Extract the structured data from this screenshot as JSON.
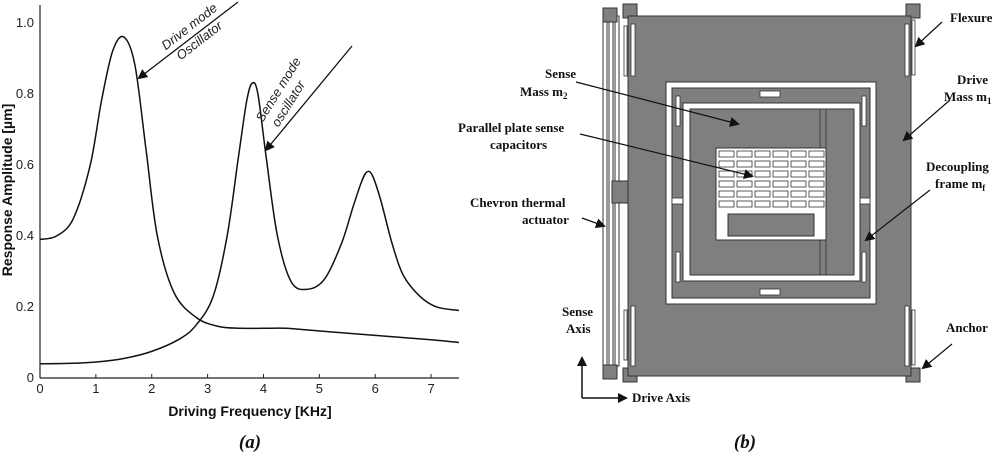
{
  "panel_a": {
    "caption": "(a)",
    "chart_data": {
      "type": "line",
      "xlabel": "Driving Frequency [KHz]",
      "ylabel": "Response Amplitude [µm]",
      "xlim": [
        0,
        7.5
      ],
      "ylim": [
        0,
        1.05
      ],
      "xticks": [
        "0",
        "1",
        "2",
        "3",
        "4",
        "5",
        "6",
        "7"
      ],
      "yticks": [
        "0",
        "0.2",
        "0.4",
        "0.6",
        "0.8",
        "1.0"
      ],
      "grid": false,
      "series": [
        {
          "x": [
            0,
            0.3,
            0.6,
            0.9,
            1.1,
            1.3,
            1.5,
            1.7,
            1.9,
            2.1,
            2.4,
            2.8,
            3.2,
            3.6,
            4.0,
            4.4,
            4.8,
            5.2,
            5.6,
            6.0,
            6.4,
            6.8,
            7.2,
            7.5
          ],
          "y": [
            0.39,
            0.4,
            0.45,
            0.6,
            0.78,
            0.92,
            0.96,
            0.88,
            0.64,
            0.4,
            0.24,
            0.17,
            0.145,
            0.14,
            0.14,
            0.14,
            0.135,
            0.13,
            0.125,
            0.12,
            0.115,
            0.11,
            0.105,
            0.1
          ]
        },
        {
          "x": [
            0,
            0.5,
            1.0,
            1.5,
            2.0,
            2.5,
            2.8,
            3.1,
            3.35,
            3.55,
            3.7,
            3.8,
            3.9,
            4.05,
            4.25,
            4.5,
            4.8,
            5.1,
            5.4,
            5.6,
            5.75,
            5.85,
            5.95,
            6.1,
            6.3,
            6.5,
            6.8,
            7.1,
            7.5
          ],
          "y": [
            0.04,
            0.041,
            0.045,
            0.055,
            0.075,
            0.11,
            0.15,
            0.23,
            0.4,
            0.62,
            0.78,
            0.83,
            0.8,
            0.62,
            0.4,
            0.27,
            0.25,
            0.28,
            0.38,
            0.48,
            0.55,
            0.58,
            0.57,
            0.5,
            0.38,
            0.29,
            0.23,
            0.2,
            0.19
          ]
        }
      ],
      "annotations": [
        {
          "text": "Drive mode",
          "text2": "Oscillator",
          "x": 1.5,
          "y": 0.96
        },
        {
          "text": "Sense mode",
          "text2": "oscillator",
          "x": 3.85,
          "y": 0.83
        }
      ]
    }
  },
  "panel_b": {
    "caption": "(b)",
    "labels": {
      "flexure": "Flexure",
      "sense_mass_line1": "Sense",
      "sense_mass_line2": "Mass m",
      "sense_mass_sub": "2",
      "drive_mass_line1": "Drive",
      "drive_mass_line2": "Mass m",
      "drive_mass_sub": "1",
      "parallel_line1": "Parallel plate sense",
      "parallel_line2": "capacitors",
      "decoupling_line1": "Decoupling",
      "decoupling_line2": "frame m",
      "decoupling_sub": "f",
      "chevron_line1": "Chevron thermal",
      "chevron_line2": "actuator",
      "sense_axis_line1": "Sense",
      "sense_axis_line2": "Axis",
      "anchor": "Anchor",
      "drive_axis": "Drive Axis"
    },
    "colors": {
      "mass": "#7f7f7f",
      "mass_dark": "#6e6e6e",
      "outline": "#333333"
    }
  }
}
